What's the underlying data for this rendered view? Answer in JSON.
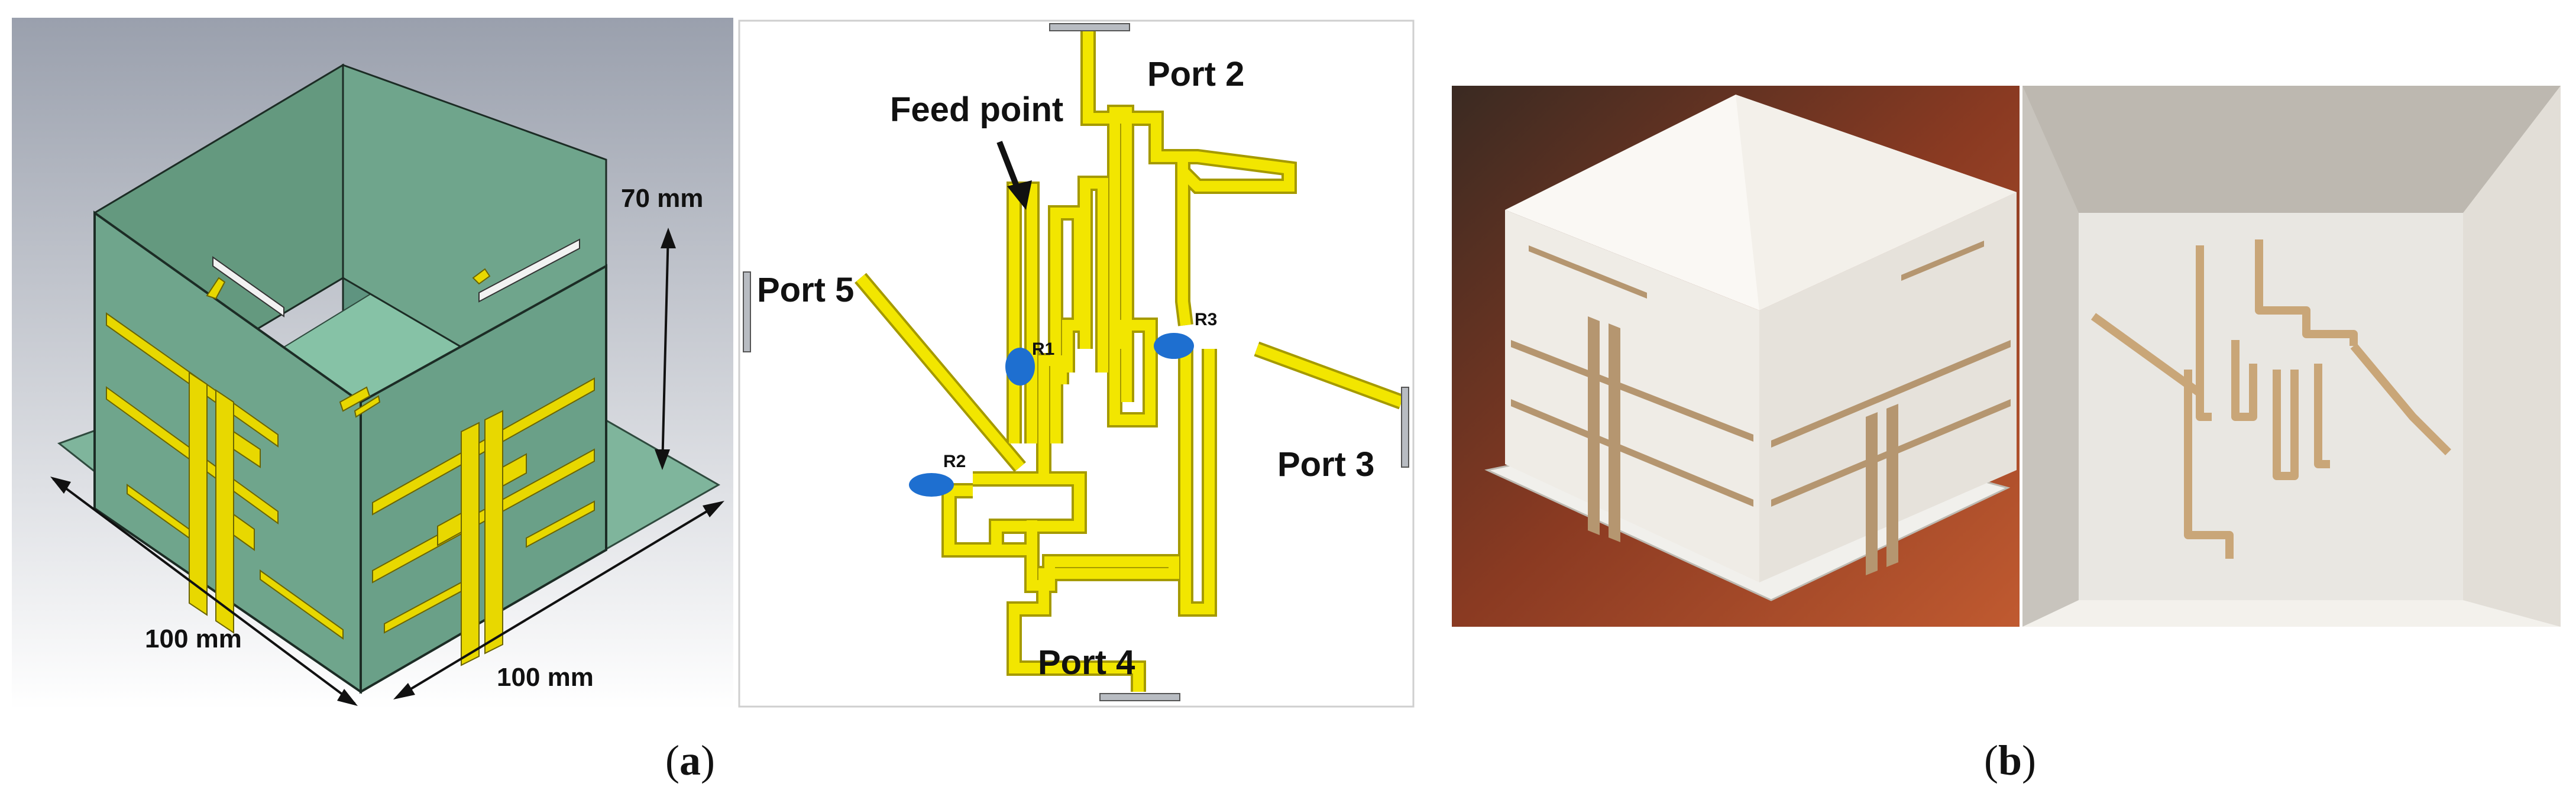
{
  "box_model": {
    "dim_height": "70 mm",
    "dim_width_left": "100 mm",
    "dim_width_right": "100 mm"
  },
  "circuit": {
    "feed_point": "Feed point",
    "ports": [
      "Port 2",
      "Port 3",
      "Port 4",
      "Port 5"
    ],
    "resistors": [
      "R1",
      "R2",
      "R3"
    ]
  },
  "captions": {
    "a": "a",
    "b": "b"
  },
  "colors": {
    "substrate": "#6fa58c",
    "trace": "#f2e600",
    "trace_outline": "#a59a00",
    "resistor": "#1e6fd0"
  }
}
